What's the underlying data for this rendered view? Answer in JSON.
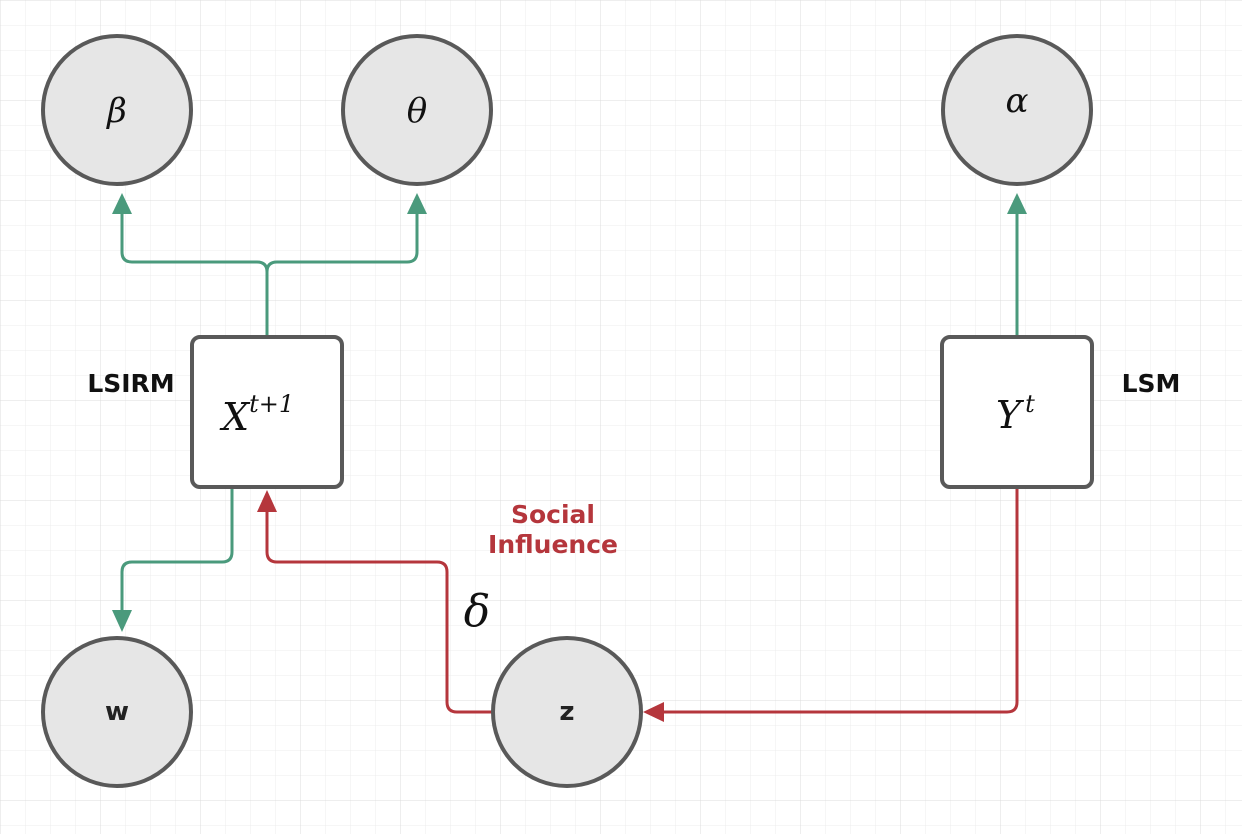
{
  "nodes": {
    "beta": {
      "label": "β"
    },
    "theta": {
      "label": "θ"
    },
    "alpha": {
      "label": "α"
    },
    "x": {
      "base": "X",
      "sup": "t+1"
    },
    "y": {
      "base": "Y",
      "sup": "t"
    },
    "w": {
      "label": "w"
    },
    "z": {
      "label": "z"
    }
  },
  "labels": {
    "lsirm": "LSIRM",
    "lsm": "LSM",
    "social_line1": "Social",
    "social_line2": "Influence",
    "delta": "δ"
  },
  "colors": {
    "green_edge": "#4a9a7c",
    "red_edge": "#b5363c",
    "node_fill": "#e6e6e6",
    "node_stroke": "#595959",
    "grid": "#e8e8e8"
  }
}
